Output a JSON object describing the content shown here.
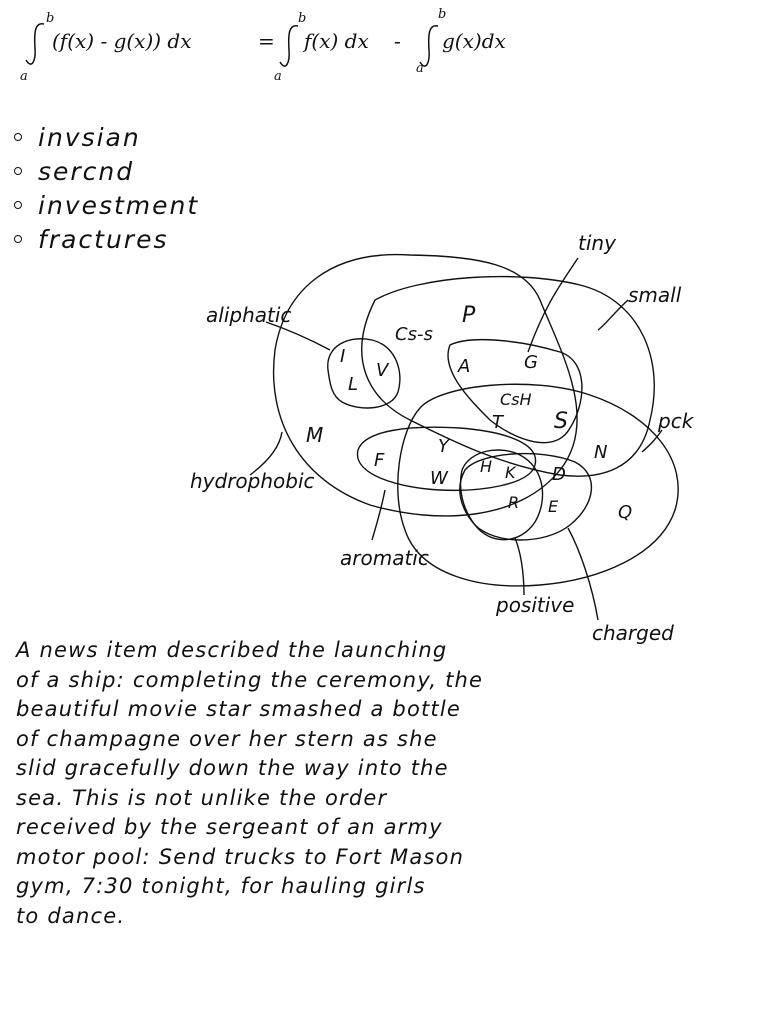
{
  "formula": {
    "lhs_integrand": "(f(x) - g(x)) dx",
    "rhs_term1": "f(x) dx",
    "rhs_term2": "g(x)dx",
    "equals": "=",
    "minus": "-",
    "lower_limit": "a",
    "upper_limit": "b"
  },
  "bullets": [
    "invsian",
    "sercnd",
    "investment",
    "fractures"
  ],
  "venn": {
    "sets": {
      "tiny": "tiny",
      "small": "small",
      "aliphatic": "aliphatic",
      "hydrophobic": "hydrophobic",
      "aromatic": "aromatic",
      "pck": "pck",
      "positive": "positive",
      "charged": "charged"
    },
    "amino_acids": {
      "I": "I",
      "L": "L",
      "V": "V",
      "C_ss": "Cs-s",
      "P": "P",
      "A": "A",
      "G": "G",
      "C_sh": "CsH",
      "T": "T",
      "S": "S",
      "M": "M",
      "Y": "Y",
      "F": "F",
      "W": "W",
      "H": "H",
      "K": "K",
      "R": "R",
      "D": "D",
      "E": "E",
      "N": "N",
      "Q": "Q"
    }
  },
  "paragraph": {
    "lines": [
      "A news item described the launching",
      "of a ship: completing the ceremony, the",
      "beautiful movie star smashed a bottle",
      "of champagne over her stern as she",
      "slid gracefully down the way into the",
      "sea. This is not unlike the order",
      "received by the sergeant of an army",
      "motor pool: Send trucks to Fort Mason",
      "gym, 7:30 tonight, for hauling girls",
      "to dance."
    ]
  }
}
